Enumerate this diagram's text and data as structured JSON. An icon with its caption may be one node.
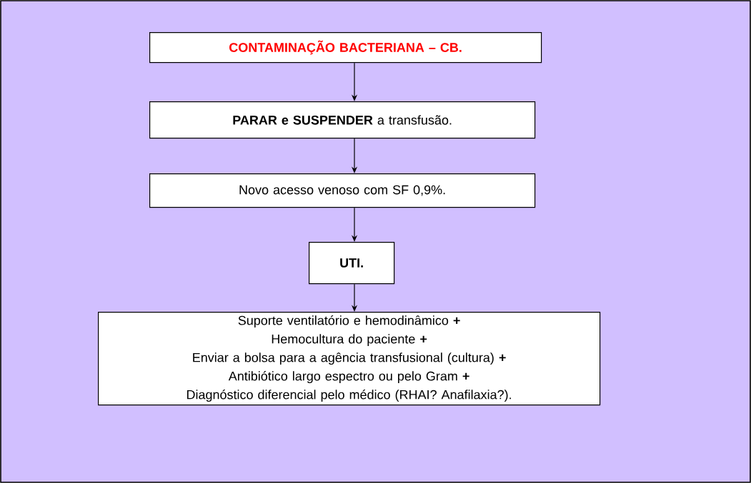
{
  "diagram": {
    "nodes": [
      {
        "text": [
          "CONTAMINAÇÃO BACTERIANA – CB."
        ]
      },
      {
        "text": [
          "**PARAR e SUSPENDER** a transfusão."
        ]
      },
      {
        "text": [
          "Novo acesso venoso com SF 0,9%."
        ]
      },
      {
        "text": [
          "UTI."
        ]
      },
      {
        "text": [
          "Suporte ventilatório e hemodinâmico **+**",
          "Hemocultura do paciente **+**",
          "Enviar a bolsa para a agência transfusional (cultura) **+**",
          "Antibiótico largo espectro ou pelo Gram **+**",
          "Diagnóstico diferencial pelo médico (RHAI? Anafilaxia?)."
        ]
      }
    ],
    "edges": [
      {
        "from": 0,
        "to": 1,
        "arrow": "to"
      },
      {
        "from": 1,
        "to": 2,
        "arrow": "to"
      },
      {
        "from": 2,
        "to": 3,
        "arrow": "to"
      },
      {
        "from": 3,
        "to": 4,
        "arrow": "to"
      }
    ]
  }
}
